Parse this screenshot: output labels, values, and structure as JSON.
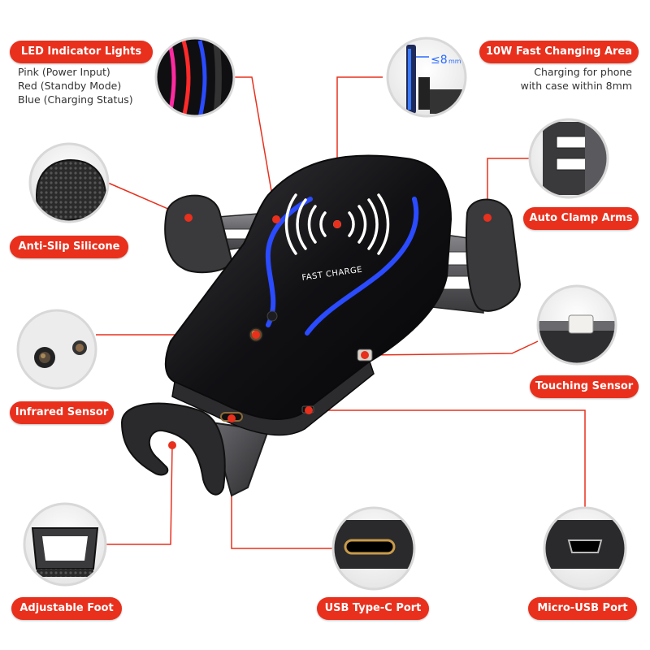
{
  "brand_color": "#e8301d",
  "product": {
    "panel_text": "FAST CHARGE"
  },
  "features": {
    "led": {
      "label": "LED Indicator Lights",
      "lines": [
        "Pink (Power Input)",
        "Red (Standby Mode)",
        "Blue (Charging Status)"
      ]
    },
    "fast_area": {
      "label": "10W Fast Changing Area",
      "lines": [
        "Charging for phone",
        "with case within 8mm"
      ],
      "gap_label": "≤8",
      "gap_unit": "mm"
    },
    "silicone": {
      "label": "Anti-Slip Silicone"
    },
    "clamp": {
      "label": "Auto Clamp Arms"
    },
    "infrared": {
      "label": "Infrared Sensor"
    },
    "touch": {
      "label": "Touching Sensor"
    },
    "foot": {
      "label": "Adjustable Foot"
    },
    "typec": {
      "label": "USB Type-C Port"
    },
    "micro": {
      "label": "Micro-USB Port"
    }
  }
}
